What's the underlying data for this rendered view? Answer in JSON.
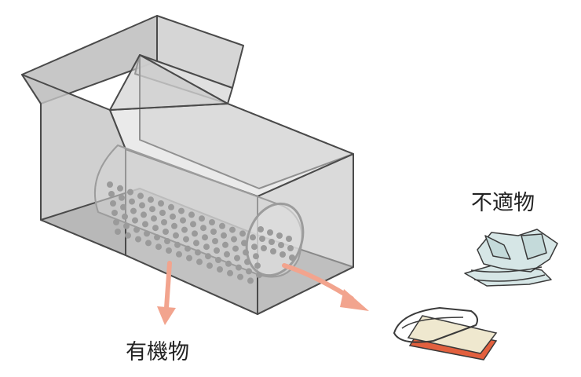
{
  "labels": {
    "organic": "有機物",
    "reject": "不適物"
  },
  "colors": {
    "machine_fill": "#c7c7c7",
    "machine_stroke": "#4a4a4a",
    "drum_holes": "#9a9a9a",
    "arrow": "#f2a48e",
    "tray_fill": "#efe8cf",
    "tray_base": "#e2603e",
    "plastic_fill": "#d6e6e6"
  },
  "icons": [
    "separator-machine",
    "rotating-drum-screen",
    "arrow-down",
    "arrow-right",
    "plastic-waste",
    "food-tray"
  ]
}
